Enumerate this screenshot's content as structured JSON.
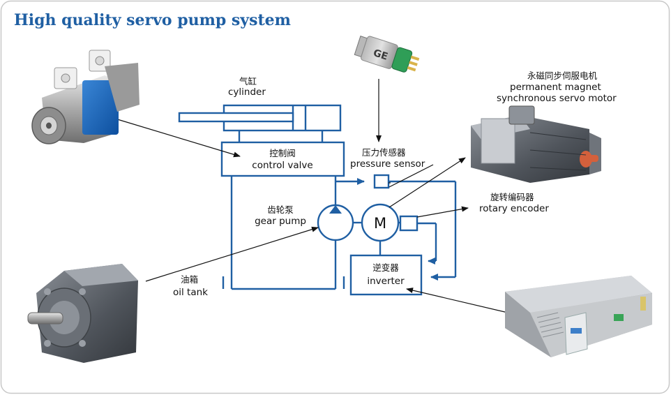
{
  "title": "High quality servo pump system",
  "labels": {
    "cylinder_cn": "气缸",
    "cylinder_en": "cylinder",
    "valve_cn": "控制阀",
    "valve_en": "control valve",
    "sensor_cn": "压力传感器",
    "sensor_en": "pressure sensor",
    "motor_cn": "永磁同步伺服电机",
    "motor_en1": "permanent magnet",
    "motor_en2": "synchronous servo motor",
    "pump_cn": "齿轮泵",
    "pump_en": "gear pump",
    "motor_symbol": "M",
    "encoder_cn": "旋转编码器",
    "encoder_en": "rotary encoder",
    "tank_cn": "油箱",
    "tank_en": "oil tank",
    "inverter_cn": "逆变器",
    "inverter_en": "inverter"
  },
  "photos": {
    "sensor_brand": "GE"
  },
  "colors": {
    "hydraulic_line": "#1f5fa3",
    "title": "#1f5fa3",
    "border": "#c8c8c8"
  }
}
